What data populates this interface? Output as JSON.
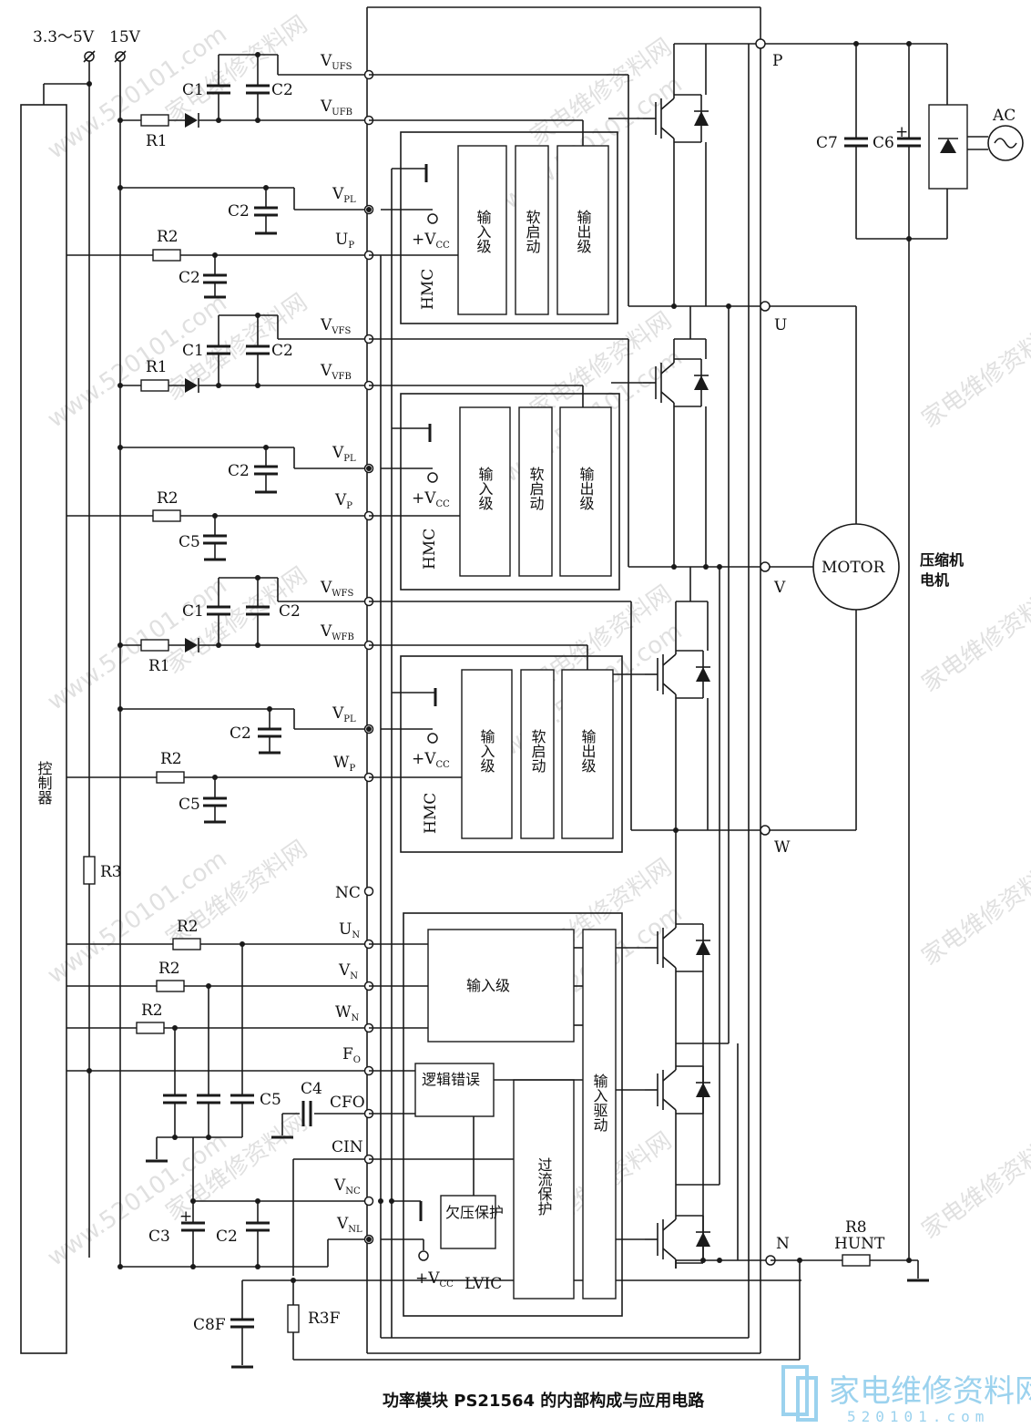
{
  "caption": "功率模块 PS21564 的内部构成与应用电路",
  "watermarks": [
    "家电维修资料网",
    "www.520101.com"
  ],
  "logo": {
    "text": "家电维修资料网",
    "url": "520101.com"
  },
  "supply": {
    "logic": "3.3～5V",
    "gate": "15V"
  },
  "controller": "控制器",
  "module": {
    "blocks": {
      "input": "输入级",
      "soft": "软启动",
      "output": "输出级",
      "hmc": "HMC",
      "vcc": "+V",
      "vcc_sub": "CC"
    },
    "lvic": {
      "input": "输入级",
      "logic": "逻辑错误",
      "uv": "欠压保护",
      "oc": "过流保护",
      "drive": "输入驱动",
      "name": "LVIC"
    }
  },
  "pins": {
    "vufs": "V",
    "vufs_sub": "UFS",
    "vufb": "V",
    "vufb_sub": "UFB",
    "vpl": "V",
    "vpl_sub": "PL",
    "up": "U",
    "up_sub": "P",
    "vvfs": "V",
    "vvfs_sub": "VFS",
    "vvfb": "V",
    "vvfb_sub": "VFB",
    "vp": "V",
    "vp_sub": "P",
    "vwfs": "V",
    "vwfs_sub": "WFS",
    "vwfb": "V",
    "vwfb_sub": "WFB",
    "wp": "W",
    "wp_sub": "P",
    "nc": "NC",
    "un": "U",
    "un_sub": "N",
    "vn": "V",
    "vn_sub": "N",
    "wn": "W",
    "wn_sub": "N",
    "fo": "F",
    "fo_sub": "O",
    "cfo": "CFO",
    "cin": "CIN",
    "vnc": "V",
    "vnc_sub": "NC",
    "vnl": "V",
    "vnl_sub": "NL"
  },
  "outputs": {
    "p": "P",
    "u": "U",
    "v": "V",
    "w": "W",
    "n": "N"
  },
  "components": {
    "c1": "C1",
    "c2": "C2",
    "c3": "C3",
    "c4": "C4",
    "c5": "C5",
    "c6": "C6",
    "c7": "C7",
    "c8f": "C8F",
    "r1": "R1",
    "r2": "R2",
    "r3": "R3",
    "r3f": "R3F",
    "r8": "R8",
    "hunt": "HUNT"
  },
  "motor": "MOTOR",
  "motor_label": [
    "压缩机",
    "电机"
  ],
  "ac": "AC"
}
